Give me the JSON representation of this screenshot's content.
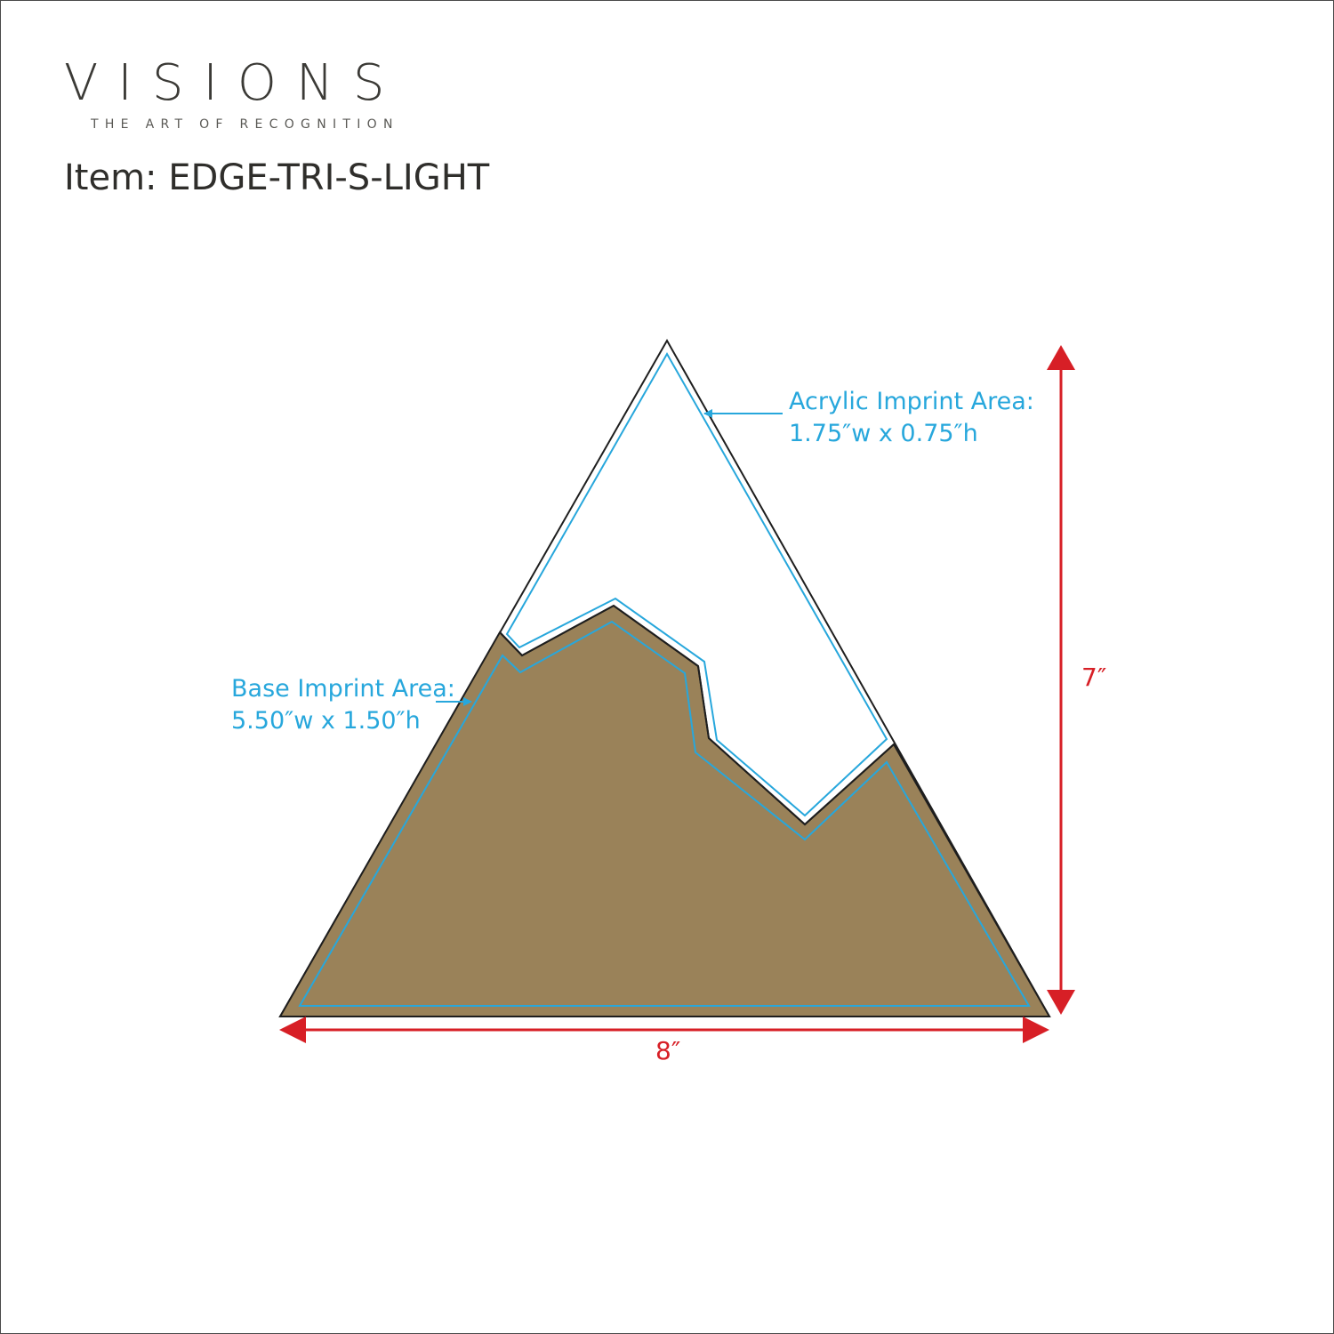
{
  "brand": {
    "name": "VISIONS",
    "tagline": "THE ART OF RECOGNITION"
  },
  "item": {
    "title": "Item: EDGE-TRI-S-LIGHT"
  },
  "annotations": {
    "acrylic": {
      "label": "Acrylic Imprint Area:",
      "size": "1.75″w x 0.75″h"
    },
    "base": {
      "label": "Base Imprint Area:",
      "size": "5.50″w x 1.50″h"
    }
  },
  "dimensions": {
    "width": "8″",
    "height": "7″"
  },
  "colors": {
    "base_fill": "#9a8259",
    "imprint_outline": "#27a7dc",
    "dimension": "#d71f26",
    "outline": "#1e1e1e",
    "text_dark": "#3b3a36"
  }
}
